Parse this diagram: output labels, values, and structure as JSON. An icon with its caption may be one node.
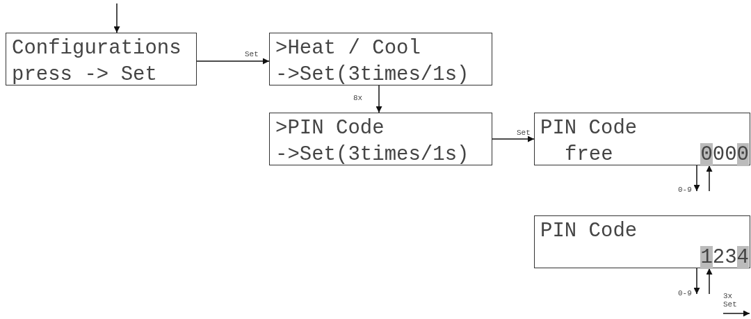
{
  "diagram": {
    "nodes": [
      {
        "text": [
          "Configurations",
          "press -> Set"
        ]
      },
      {
        "text": [
          ">Heat / Cool",
          "->Set(3times/1s)"
        ]
      },
      {
        "text": [
          ">PIN Code",
          "->Set(3times/1s)"
        ]
      },
      {
        "text": [
          "PIN Code",
          "free",
          "0000"
        ]
      },
      {
        "text": [
          "PIN Code",
          "1234"
        ]
      }
    ],
    "edges": [
      {
        "from": null,
        "to": 0,
        "arrow": "to"
      },
      {
        "from": 0,
        "to": 1,
        "arrow": "to",
        "label": "Set"
      },
      {
        "from": 1,
        "to": 2,
        "arrow": "to",
        "label": "8x"
      },
      {
        "from": 2,
        "to": 3,
        "arrow": "to",
        "label": "Set"
      },
      {
        "from": 3,
        "to": null,
        "arrow": "to",
        "label": "0-9"
      },
      {
        "from": null,
        "to": 3,
        "arrow": "to"
      },
      {
        "from": 4,
        "to": null,
        "arrow": "to",
        "label": "0-9"
      },
      {
        "from": null,
        "to": 4,
        "arrow": "to"
      }
    ],
    "labels": [
      "3x Set"
    ]
  }
}
